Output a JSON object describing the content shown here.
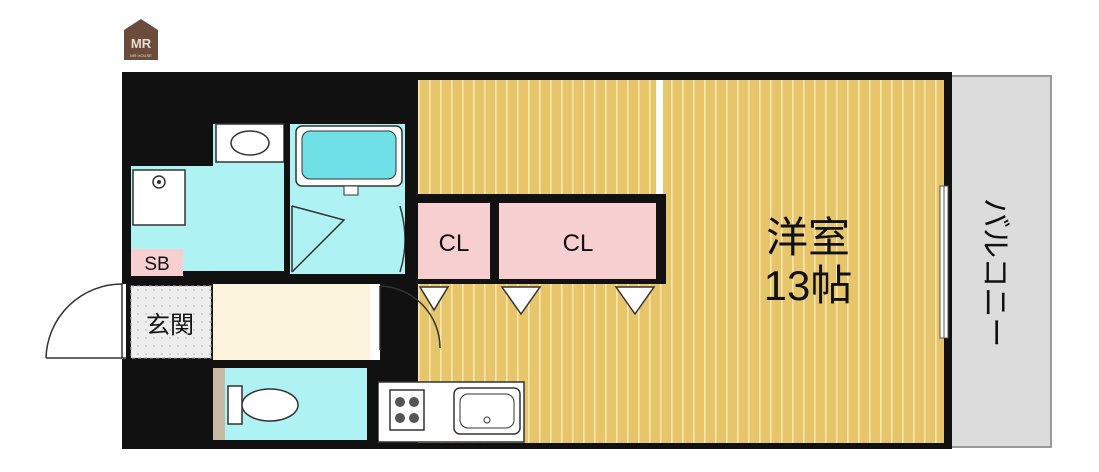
{
  "brand": {
    "logo_text": "MR",
    "logo_subtext": "MR HOUSE"
  },
  "rooms": {
    "western_room": {
      "name": "洋室",
      "size": "13帖"
    },
    "closet_1": "CL",
    "closet_2": "CL",
    "shoe_box": "SB",
    "entrance": "玄関",
    "balcony": "バルコニー"
  },
  "colors": {
    "wall": "#111111",
    "floor_wood": "#e7c56a",
    "floor_stripe": "#fbe7ad",
    "wet_area": "#aef2f4",
    "bath": "#6fe0e6",
    "closet": "#f8cfd0",
    "hallway": "#fbf3dc",
    "balcony": "#dcdcdc",
    "entrance_tile": "#dddddd",
    "logo_brown": "#6b4b3a"
  },
  "icons": [
    "house-logo-icon",
    "washbasin-icon",
    "washing-machine-pan-icon",
    "bathtub-icon",
    "toilet-icon",
    "gas-stove-icon",
    "kitchen-sink-icon"
  ]
}
